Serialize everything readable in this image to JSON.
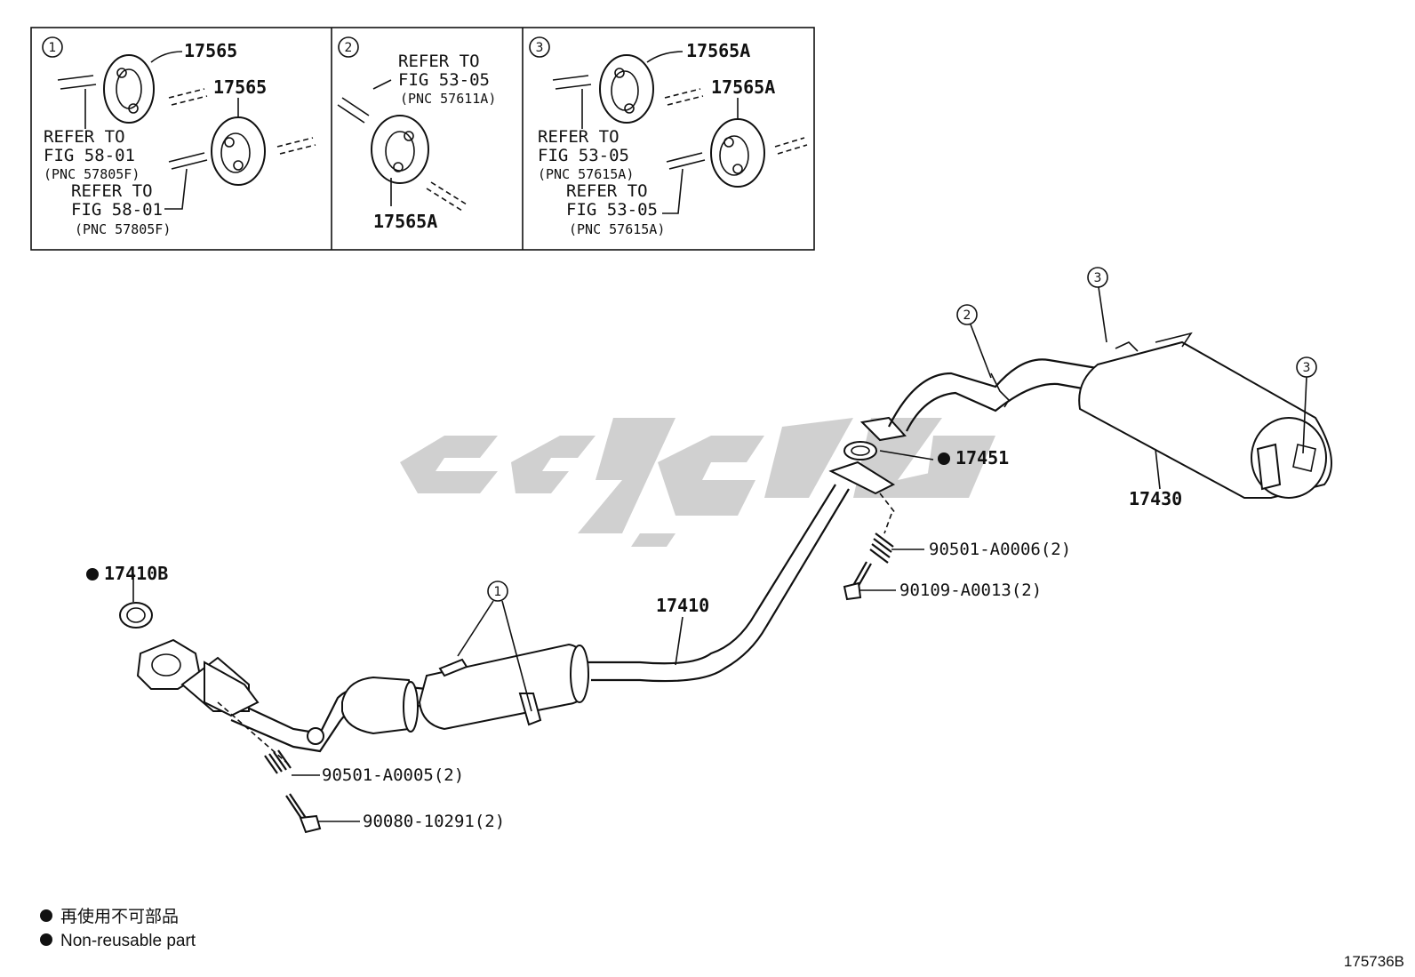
{
  "insets": [
    {
      "callout": "1",
      "parts": [
        "17565",
        "17565"
      ],
      "refs": [
        {
          "refer": "REFER TO",
          "fig": "FIG 58-01",
          "pnc": "(PNC 57805F)"
        },
        {
          "refer": "REFER TO",
          "fig": "FIG 58-01",
          "pnc": "(PNC 57805F)"
        }
      ]
    },
    {
      "callout": "2",
      "parts": [
        "17565A"
      ],
      "refs": [
        {
          "refer": "REFER TO",
          "fig": "FIG 53-05",
          "pnc": "(PNC 57611A)"
        }
      ]
    },
    {
      "callout": "3",
      "parts": [
        "17565A",
        "17565A"
      ],
      "refs": [
        {
          "refer": "REFER TO",
          "fig": "FIG 53-05",
          "pnc": "(PNC 57615A)"
        },
        {
          "refer": "REFER TO",
          "fig": "FIG 53-05",
          "pnc": "(PNC 57615A)"
        }
      ]
    }
  ],
  "main": {
    "part_17410B": "17410B",
    "part_17410": "17410",
    "part_17451": "17451",
    "part_17430": "17430",
    "spring_front": "90501-A0005(2)",
    "bolt_front": "90080-10291(2)",
    "spring_rear": "90501-A0006(2)",
    "bolt_rear": "90109-A0013(2)",
    "callout_1": "1",
    "callout_2": "2",
    "callout_3a": "3",
    "callout_3b": "3"
  },
  "legend": {
    "line1": "再使用不可部品",
    "line2": "Non-reusable part"
  },
  "figure_number": "175736B",
  "colors": {
    "ink": "#111111",
    "watermark": "#d0d0d0"
  }
}
